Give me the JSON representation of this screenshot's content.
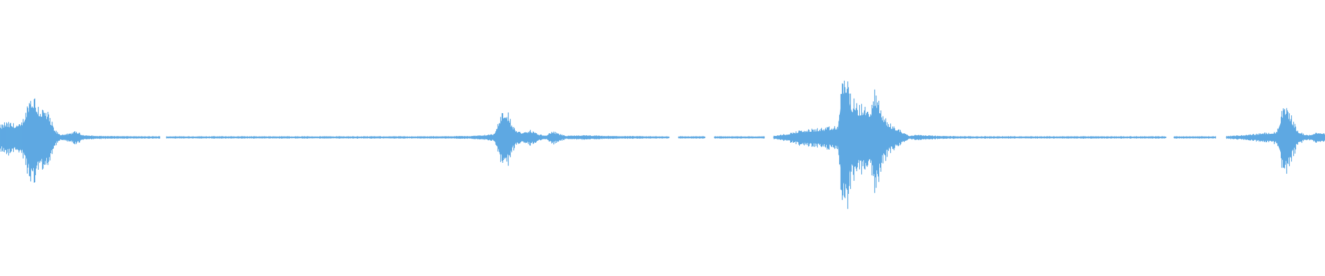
{
  "waveform": {
    "color": "#5ea9e2",
    "background": "#ffffff",
    "normalized_amplitude_peaks": [
      {
        "time_fraction": 0.024,
        "amplitude": 0.62
      },
      {
        "time_fraction": 0.381,
        "amplitude": 0.42
      },
      {
        "time_fraction": 0.637,
        "amplitude": 0.92
      },
      {
        "time_fraction": 0.969,
        "amplitude": 0.45
      }
    ]
  }
}
